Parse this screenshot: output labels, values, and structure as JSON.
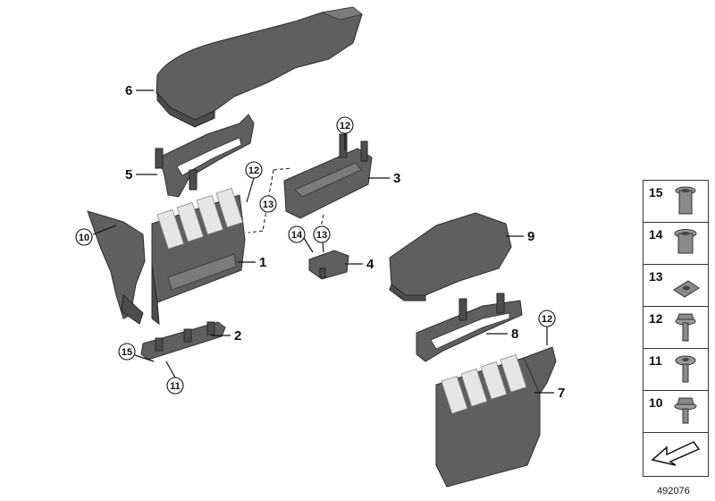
{
  "diagram_id": "492076",
  "part_labels": [
    "1",
    "2",
    "3",
    "4",
    "5",
    "6",
    "7",
    "8",
    "9"
  ],
  "callout_labels": {
    "c10": "10",
    "c11": "11",
    "c12a": "12",
    "c12b": "12",
    "c12c": "12",
    "c13a": "13",
    "c13b": "13",
    "c14": "14",
    "c15": "15"
  },
  "legend": [
    {
      "number": "15",
      "icon": "rivet-nut-icon"
    },
    {
      "number": "14",
      "icon": "rivet-nut-short-icon"
    },
    {
      "number": "13",
      "icon": "spring-nut-icon"
    },
    {
      "number": "12",
      "icon": "hex-flange-screw-icon"
    },
    {
      "number": "11",
      "icon": "torx-screw-icon"
    },
    {
      "number": "10",
      "icon": "hex-flange-bolt-icon"
    }
  ],
  "direction_icon": "direction-arrow-icon"
}
